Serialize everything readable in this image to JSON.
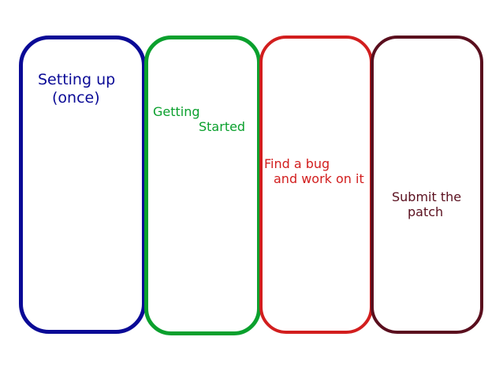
{
  "diagram": {
    "panels": [
      {
        "line1": "Setting up",
        "line2": "(once)",
        "color": "#0a0a96"
      },
      {
        "line1": "Getting",
        "line2": "Started",
        "color": "#0aa02d"
      },
      {
        "line1": "Find a bug",
        "line2": "and work on it",
        "color": "#d21e1e"
      },
      {
        "line1": "Submit the",
        "line2": "patch",
        "color": "#5a0f1e"
      }
    ]
  }
}
